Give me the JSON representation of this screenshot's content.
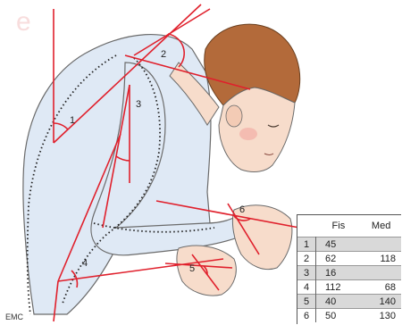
{
  "angles": [
    {
      "num": "1"
    },
    {
      "num": "2"
    },
    {
      "num": "3"
    },
    {
      "num": "4"
    },
    {
      "num": "5"
    },
    {
      "num": "6"
    }
  ],
  "credit": "EMC",
  "table": {
    "headers": [
      "",
      "Fis",
      "Med"
    ],
    "rows": [
      {
        "idx": "1",
        "fis": "45",
        "med": ""
      },
      {
        "idx": "2",
        "fis": "62",
        "med": "118"
      },
      {
        "idx": "3",
        "fis": "16",
        "med": ""
      },
      {
        "idx": "4",
        "fis": "112",
        "med": "68"
      },
      {
        "idx": "5",
        "fis": "40",
        "med": "140"
      },
      {
        "idx": "6",
        "fis": "50",
        "med": "130"
      }
    ]
  },
  "colors": {
    "shirt": "#dfe9f5",
    "skin": "#f7dccb",
    "hair": "#b36a3a",
    "lines": "#e0202c",
    "outline": "#6b6b6b"
  }
}
